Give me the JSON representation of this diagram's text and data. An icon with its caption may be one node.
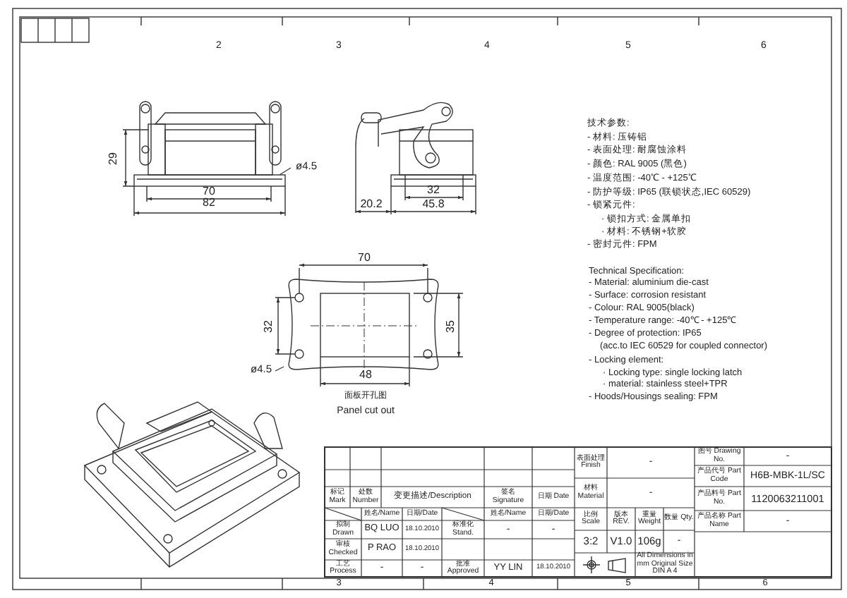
{
  "diagram": {
    "nodes": [
      {
        "text": [
          "ø4.5"
        ]
      },
      {
        "text": [
          "ø4.5"
        ]
      }
    ],
    "edges": [
      {
        "from": 0,
        "to": null,
        "arrow": "none"
      },
      {
        "from": 1,
        "to": null,
        "arrow": "none"
      }
    ],
    "labels": [
      "2",
      "3",
      "4",
      "5",
      "6",
      "29",
      "70",
      "82",
      "32",
      "20.2",
      "45.8",
      "技术参数:",
      "- 材料: 压铸铝",
      "- 表面处理: 耐腐蚀涂料",
      "- 颜色: RAL 9005 (黑色)",
      "- 温度范围: -40℃ - +125℃",
      "- 防护等级: IP65 (联锁状态,IEC 60529)",
      "- 锁紧元件:",
      "· 锁扣方式: 金属单扣",
      "· 材料: 不锈钢+软胶",
      "- 密封元件: FPM",
      "Technical Specification:",
      "- Material: aluminium die-cast",
      "- Surface: corrosion resistant",
      "- Colour: RAL 9005(black)",
      "- Temperature range: -40℃ - +125℃",
      "- Degree of protection: IP65",
      "(acc.to IEC 60529 for coupled connector)",
      "- Locking element:",
      "· Locking type: single locking latch",
      "· material: stainless steel+TPR",
      "- Hoods/Housings sealing: FPM",
      "70",
      "32",
      "35",
      "48",
      "面板开孔图",
      "Panel cut out",
      "表面处理 Finish",
      "-",
      "图号 Drawing No.",
      "-",
      "产品代号 Part Code",
      "H6B-MBK-1L/SC",
      "材料 Material",
      "-",
      "标记 Mark",
      "处数 Number",
      "变更描述/Description",
      "签名 Signature",
      "日期 Date",
      "产品料号 Part No.",
      "1120063211001",
      "姓名/Name",
      "日期/Date",
      "姓名/Name",
      "日期/Date",
      "比例 Scale",
      "版本 REV.",
      "重量 Weight",
      "数量 Qty.",
      "产品名称 Part Name",
      "-",
      "拟制 Drawn",
      "BQ LUO",
      "18.10.2010",
      "标准化 Stand.",
      "-",
      "-",
      "3:2",
      "V1.0",
      "106g",
      "-",
      "审核 Checked",
      "P RAO",
      "18.10.2010",
      "工艺 Process",
      "-",
      "-",
      "批准 Approved",
      "YY LIN",
      "18.10.2010",
      "All Dimensions in mm Original Size DIN A 4",
      "3",
      "4",
      "5",
      "6"
    ]
  }
}
